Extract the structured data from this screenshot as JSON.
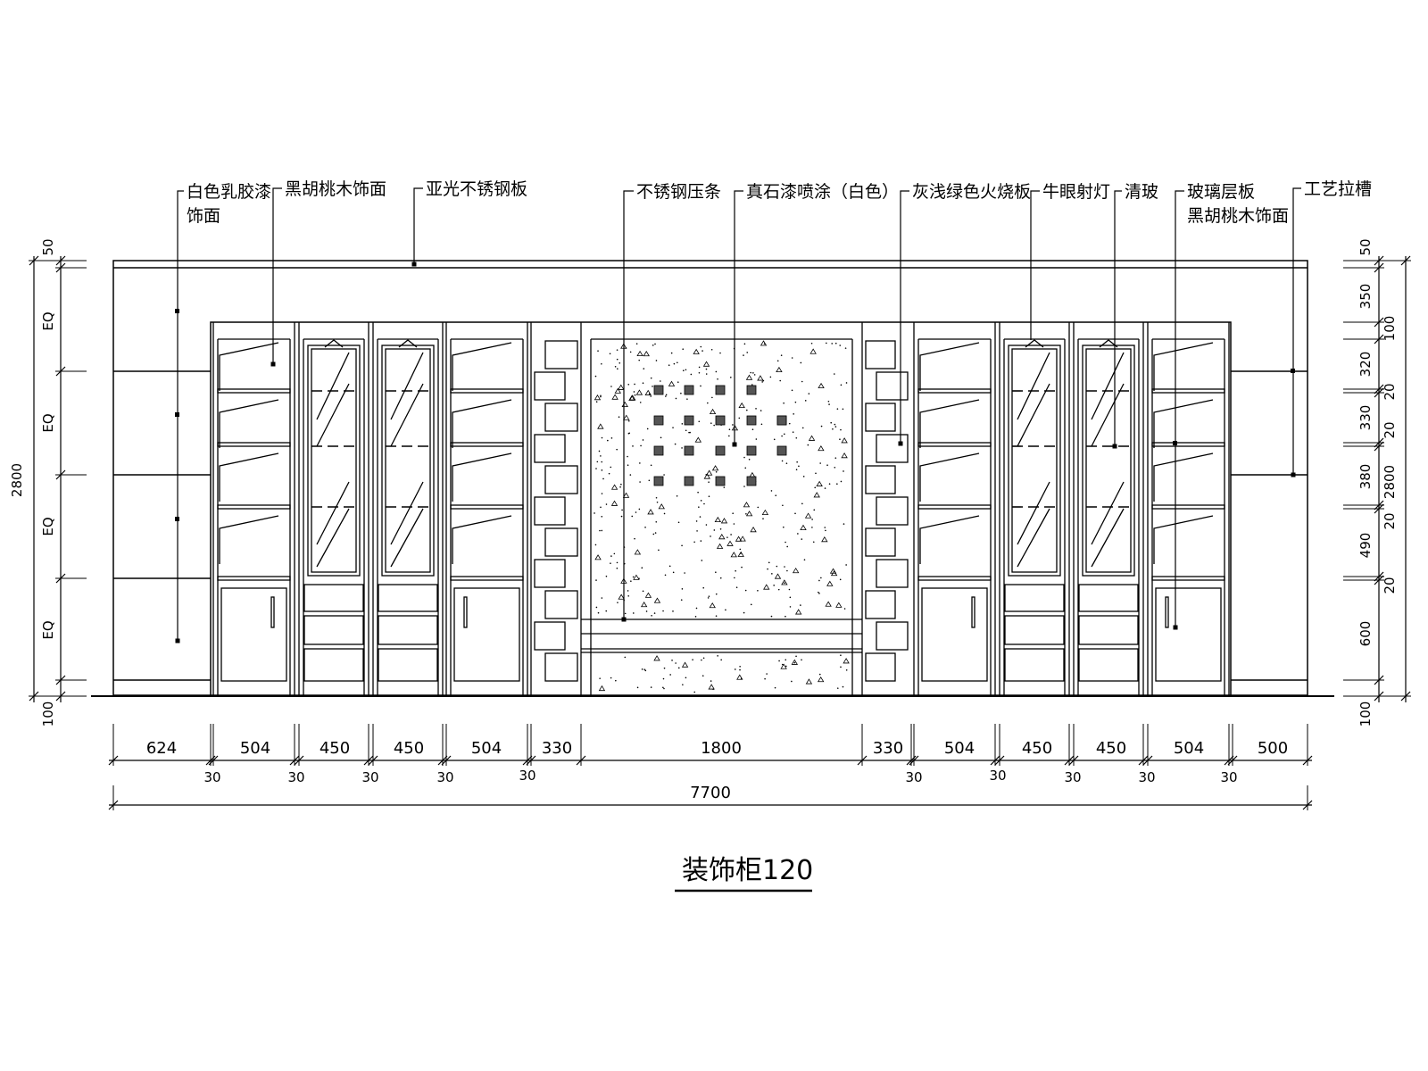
{
  "title": "装饰柜120",
  "callouts": {
    "white_latex": [
      "白色乳胶漆",
      "饰面"
    ],
    "walnut_top": "黑胡桃木饰面",
    "matte_steel": "亚光不锈钢板",
    "steel_strip": "不锈钢压条",
    "stone_paint": "真石漆喷涂（白色）",
    "green_granite": "灰浅绿色火烧板",
    "spotlight": "牛眼射灯",
    "clear_glass": "清玻",
    "glass_shelf": "玻璃层板",
    "walnut_right": "黑胡桃木饰面",
    "groove": "工艺拉槽"
  },
  "dims": {
    "bottom_segments": [
      "624",
      "504",
      "450",
      "450",
      "504",
      "330",
      "1800",
      "330",
      "504",
      "450",
      "450",
      "504",
      "500"
    ],
    "bottom_gaps": [
      "30",
      "30",
      "30",
      "30",
      "30",
      "30",
      "30",
      "30",
      "30",
      "30"
    ],
    "total_width": "7700",
    "left_top": "50",
    "left_eq": [
      "EQ",
      "EQ",
      "EQ",
      "EQ"
    ],
    "left_total": "2800",
    "left_bottom": "100",
    "right_top": "50",
    "right_segments": [
      "350",
      "320",
      "330",
      "380",
      "490",
      "600"
    ],
    "right_gaps": [
      "100",
      "20",
      "20",
      "20",
      "20"
    ],
    "right_total": "2800",
    "right_bottom": "100"
  }
}
